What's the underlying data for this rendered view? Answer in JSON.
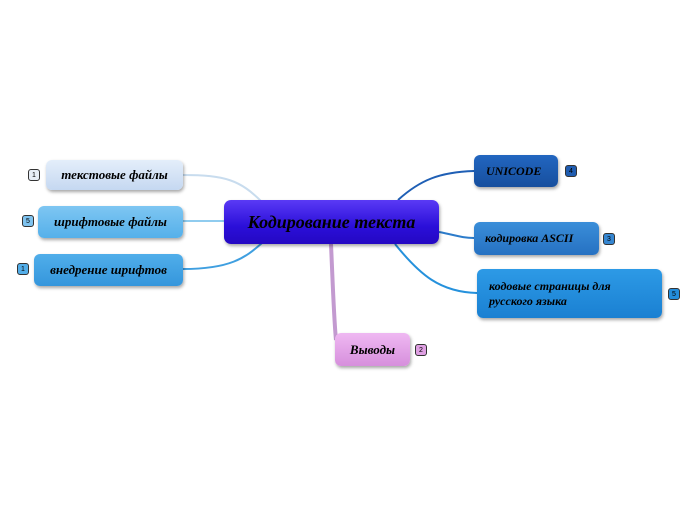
{
  "central_topic": {
    "label": "Кодирование текста"
  },
  "left_branches": [
    {
      "label": "текстовые файлы",
      "count": "1"
    },
    {
      "label": "шрифтовые файлы",
      "count": "5"
    },
    {
      "label": "внедрение шрифтов",
      "count": "1"
    }
  ],
  "right_branches": [
    {
      "label": "UNICODE",
      "count": "4"
    },
    {
      "label": "кодировка ASCII",
      "count": "3"
    },
    {
      "label": "кодовые страницы для русского языка",
      "count": "5"
    }
  ],
  "bottom_branch": {
    "label": "Выводы",
    "count": "2"
  },
  "colors": {
    "central": "#2b0fd9",
    "text_files": "#c5d8f1",
    "font_files": "#55b0ea",
    "embed_fonts": "#3596dc",
    "unicode": "#174f9e",
    "ascii": "#2671c2",
    "code_pages": "#1a80d2",
    "conclusions": "#d68fdc"
  }
}
